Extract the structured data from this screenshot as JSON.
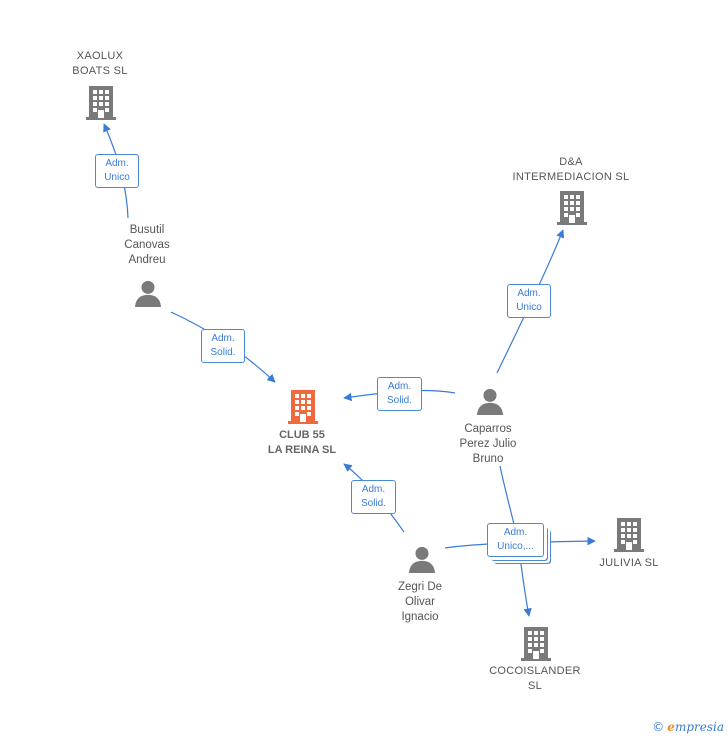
{
  "colors": {
    "edge": "#3a7bd5",
    "company": "#7a7a7a",
    "center": "#f26a3b",
    "person": "#7a7a7a"
  },
  "nodes": {
    "xaolux": {
      "line1": "XAOLUX",
      "line2": "BOATS  SL"
    },
    "dya": {
      "line1": "D&A",
      "line2": "INTERMEDIACION SL"
    },
    "club55": {
      "line1": "CLUB 55",
      "line2": "LA REINA  SL"
    },
    "julivia": {
      "line1": "JULIVIA  SL"
    },
    "cocoislander": {
      "line1": "COCOISLANDER",
      "line2": "SL"
    },
    "busutil": {
      "line1": "Busutil",
      "line2": "Canovas",
      "line3": "Andreu"
    },
    "caparros": {
      "line1": "Caparros",
      "line2": "Perez Julio",
      "line3": "Bruno"
    },
    "zegri": {
      "line1": "Zegri De",
      "line2": "Olivar",
      "line3": "Ignacio"
    }
  },
  "edges": {
    "busutil_xaolux": {
      "line1": "Adm.",
      "line2": "Unico"
    },
    "busutil_club": {
      "line1": "Adm.",
      "line2": "Solid."
    },
    "caparros_club": {
      "line1": "Adm.",
      "line2": "Solid."
    },
    "caparros_dya": {
      "line1": "Adm.",
      "line2": "Unico"
    },
    "zegri_club": {
      "line1": "Adm.",
      "line2": "Solid."
    },
    "multi": {
      "line1": "Adm.",
      "line2": "Unico,..."
    }
  },
  "brand": {
    "copyright": "©",
    "first_letter": "e",
    "rest": "mpresia"
  }
}
